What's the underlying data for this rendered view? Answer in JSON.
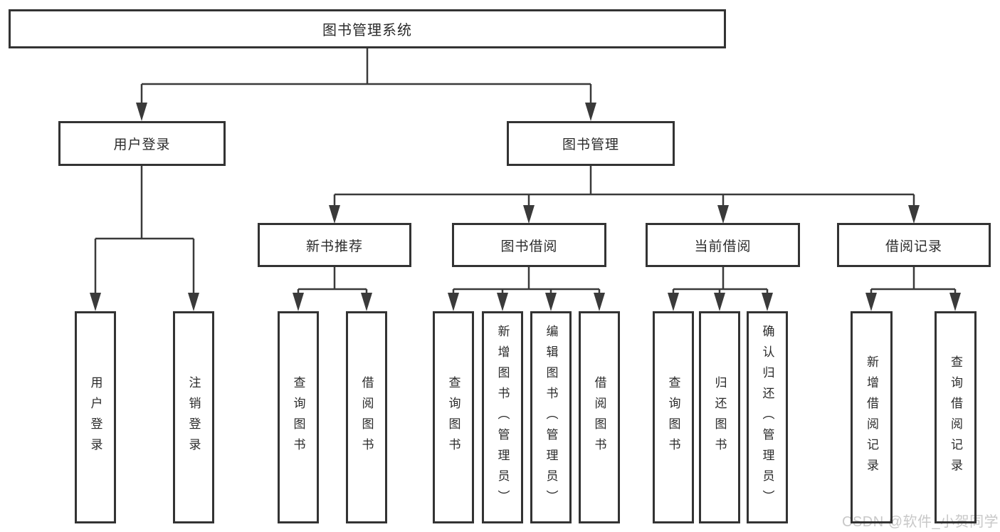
{
  "colors": {
    "line": "#3a3a3a",
    "border": "#333333",
    "text": "#2b2b2b",
    "watermark": "#c8c8c8",
    "background": "#ffffff"
  },
  "tree": {
    "root": {
      "label": "图书管理系统"
    },
    "branches": [
      {
        "label": "用户登录",
        "children": [
          {
            "label": "用户登录"
          },
          {
            "label": "注销登录"
          }
        ]
      },
      {
        "label": "图书管理",
        "children": [
          {
            "label": "新书推荐",
            "children": [
              {
                "label": "查询图书"
              },
              {
                "label": "借阅图书"
              }
            ]
          },
          {
            "label": "图书借阅",
            "children": [
              {
                "label": "查询图书"
              },
              {
                "label": "新增图书（管理员）"
              },
              {
                "label": "编辑图书（管理员）"
              },
              {
                "label": "借阅图书"
              }
            ]
          },
          {
            "label": "当前借阅",
            "children": [
              {
                "label": "查询图书"
              },
              {
                "label": "归还图书"
              },
              {
                "label": "确认归还（管理员）"
              }
            ]
          },
          {
            "label": "借阅记录",
            "children": [
              {
                "label": "新增借阅记录"
              },
              {
                "label": "查询借阅记录"
              }
            ]
          }
        ]
      }
    ]
  },
  "watermark": {
    "text": "CSDN @软件_小贺同学"
  }
}
